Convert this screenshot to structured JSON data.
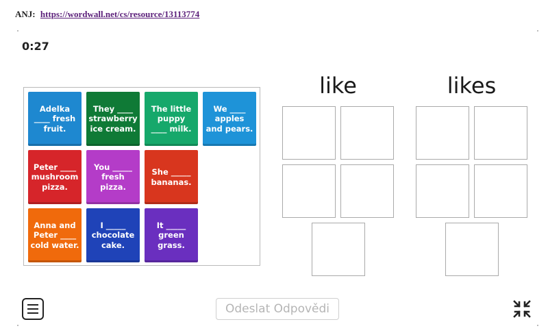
{
  "header": {
    "prefix": "ANJ:",
    "link": "https://wordwall.net/cs/resource/13113774"
  },
  "timer": "0:27",
  "cards": [
    {
      "text": "Adelka\n____ fresh\nfruit.",
      "color": "#1e88d0"
    },
    {
      "text": "They ____\nstrawberry\nice cream.",
      "color": "#0f7a36"
    },
    {
      "text": "The little\npuppy\n____ milk.",
      "color": "#16a86b"
    },
    {
      "text": "We ____\napples\nand pears.",
      "color": "#1e93d8"
    },
    {
      "text": "Peter ____\nmushroom\npizza.",
      "color": "#d6252a"
    },
    {
      "text": "You _____\nfresh\npizza.",
      "color": "#b43cc8"
    },
    {
      "text": "She _____\nbananas.",
      "color": "#d8361e"
    },
    {
      "text": "Anna and\nPeter ____\ncold water.",
      "color": "#f06a0c"
    },
    {
      "text": "I _____\nchocolate\ncake.",
      "color": "#1f43b8"
    },
    {
      "text": "It _____\ngreen\ngrass.",
      "color": "#6a2fbf"
    }
  ],
  "groups": [
    {
      "title": "like"
    },
    {
      "title": "likes"
    }
  ],
  "submit_label": "Odeslat Odpovědi",
  "icons": {
    "menu": "menu-icon",
    "fullscreen": "exit-fullscreen-icon"
  }
}
